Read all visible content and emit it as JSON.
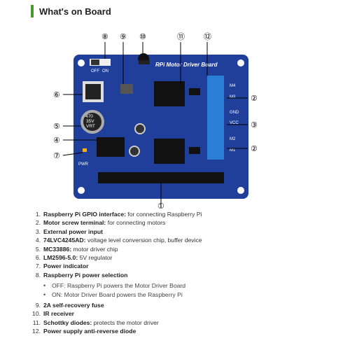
{
  "header": {
    "title": "What's on Board"
  },
  "board": {
    "title": "RPi Motor Driver Board",
    "switch_off": "OFF",
    "switch_on": "ON",
    "capacitor_lines": [
      "470",
      "35V",
      "VRT"
    ],
    "pwr_label": "PWR",
    "terminal_labels": [
      "M4",
      "M3",
      "GND",
      "VCC",
      "M2",
      "M1"
    ],
    "callouts": [
      "①",
      "②",
      "③",
      "④",
      "⑤",
      "⑥",
      "⑦",
      "⑧",
      "⑨",
      "⑩",
      "⑪",
      "⑫"
    ]
  },
  "features": [
    {
      "num": "1.",
      "term": "Raspberry Pi GPIO interface:",
      "desc": " for connecting Raspberry Pi"
    },
    {
      "num": "2.",
      "term": "Motor screw terminal:",
      "desc": " for connecting motors"
    },
    {
      "num": "3.",
      "term": "External power input",
      "desc": ""
    },
    {
      "num": "4.",
      "term": "74LVC4245AD:",
      "desc": " voltage level conversion chip, buffer device"
    },
    {
      "num": "5.",
      "term": "MC33886:",
      "desc": " motor driver chip"
    },
    {
      "num": "6.",
      "term": "LM2596-5.0:",
      "desc": " 5V regulator"
    },
    {
      "num": "7.",
      "term": "Power indicator",
      "desc": ""
    },
    {
      "num": "8.",
      "term": "Raspberry Pi power selection",
      "desc": ""
    },
    {
      "num": "9.",
      "term": "2A self-recovery fuse",
      "desc": ""
    },
    {
      "num": "10.",
      "term": "IR receiver",
      "desc": ""
    },
    {
      "num": "11.",
      "term": "Schottky diodes:",
      "desc": " protects the motor driver"
    },
    {
      "num": "12.",
      "term": "Power supply anti-reverse diode",
      "desc": ""
    }
  ],
  "power_selection": [
    "OFF: Raspberry Pi powers the Motor Driver Board",
    "ON: Motor Driver Board powers the Raspberry Pi"
  ]
}
